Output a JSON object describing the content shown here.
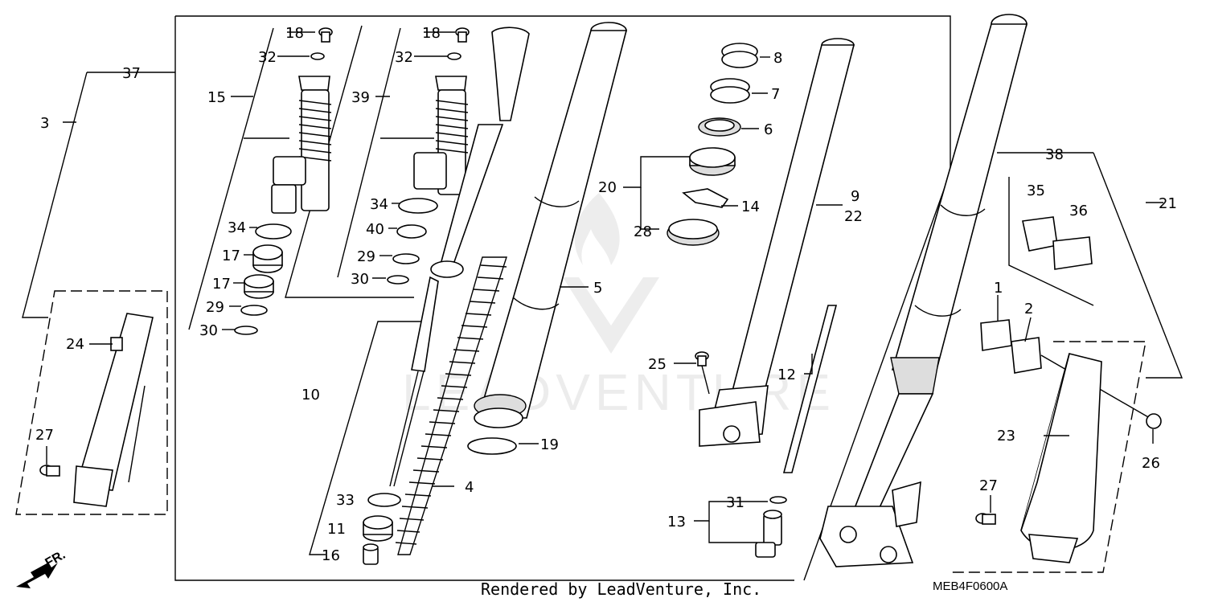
{
  "labels": {
    "l1": "1",
    "l2": "2",
    "l3": "3",
    "l4": "4",
    "l5": "5",
    "l6": "6",
    "l7": "7",
    "l8": "8",
    "l9": "9",
    "l10": "10",
    "l11": "11",
    "l12": "12",
    "l13": "13",
    "l14": "14",
    "l15": "15",
    "l16": "16",
    "l17a": "17",
    "l17b": "17",
    "l18a": "18",
    "l18b": "18",
    "l19": "19",
    "l20": "20",
    "l21": "21",
    "l22": "22",
    "l23": "23",
    "l24": "24",
    "l25": "25",
    "l26": "26",
    "l27a": "27",
    "l27b": "27",
    "l28": "28",
    "l29a": "29",
    "l29b": "29",
    "l30a": "30",
    "l30b": "30",
    "l31": "31",
    "l32a": "32",
    "l32b": "32",
    "l33": "33",
    "l34a": "34",
    "l34b": "34",
    "l35": "35",
    "l36": "36",
    "l37": "37",
    "l38": "38",
    "l39": "39",
    "l40": "40"
  },
  "footer": {
    "rendered_by": "Rendered by LeadVenture, Inc.",
    "diagram_code": "MEB4F0600A",
    "direction": "FR.",
    "watermark": "LEADVENTURE"
  }
}
